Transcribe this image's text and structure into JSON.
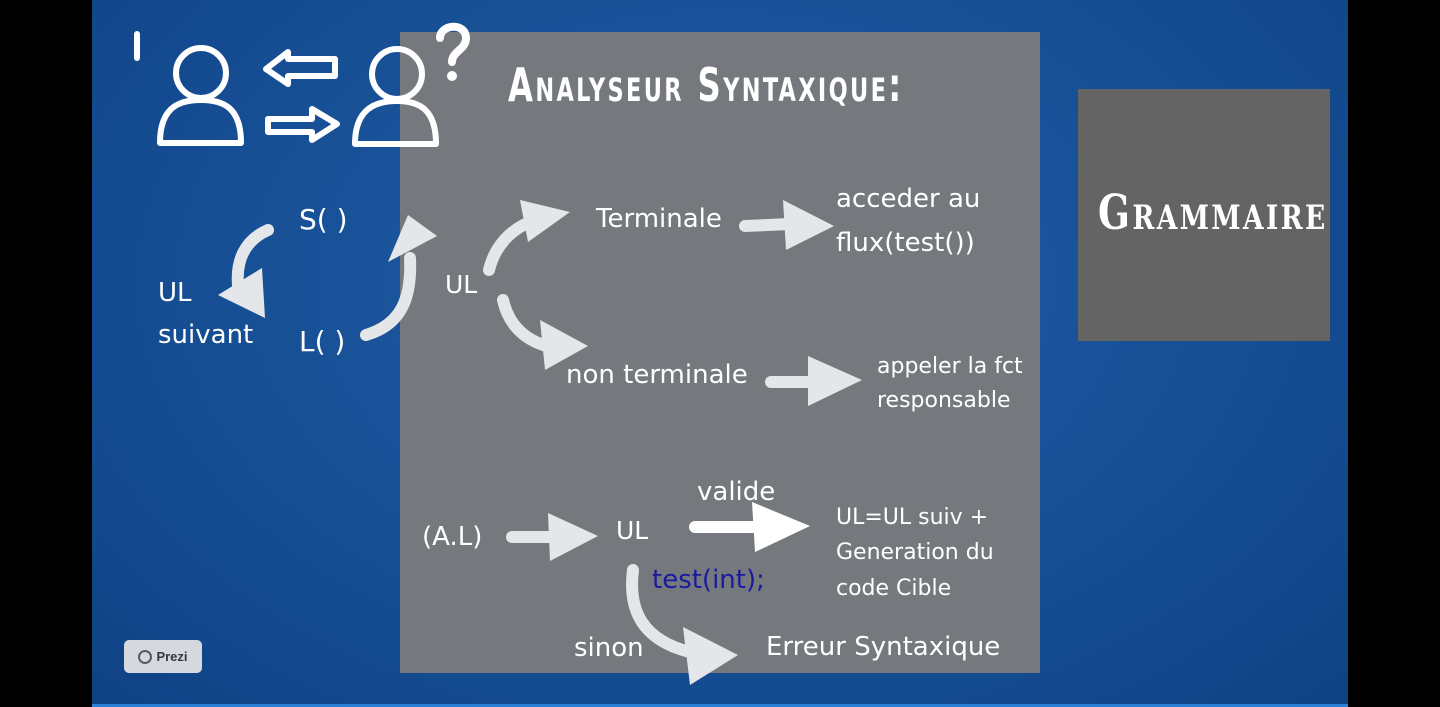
{
  "title": "Analyseur Syntaxique:",
  "side_box": {
    "label": "Grammaire"
  },
  "loop": {
    "s_node": "S( )",
    "l_node": "L( )",
    "ul_label_1": "UL",
    "ul_label_2": "suivant"
  },
  "branch": {
    "ul": "UL",
    "terminale": "Terminale",
    "terminale_result_1": "acceder au",
    "terminale_result_2": "flux(test())",
    "non_terminale": "non terminale",
    "non_terminale_result_1": "appeler la fct",
    "non_terminale_result_2": "responsable"
  },
  "check": {
    "al": "(A.L)",
    "ul": "UL",
    "valide": "valide",
    "valide_result_1": "UL=UL suiv +",
    "valide_result_2": "Generation du",
    "valide_result_3": "code Cible",
    "code": "test(int);",
    "sinon": "sinon",
    "erreur": "Erreur Syntaxique"
  },
  "branding": {
    "prezi": "Prezi"
  },
  "icons": [
    "question-mark-icon",
    "exclamation-mark-icon",
    "person-icon",
    "swap-arrows-icon",
    "person-icon"
  ],
  "colors": {
    "background": "#174f95",
    "panel": "#75797e",
    "side_box": "#646464",
    "code_text": "#1a1a9e",
    "arrow": "#e4e6ea"
  }
}
